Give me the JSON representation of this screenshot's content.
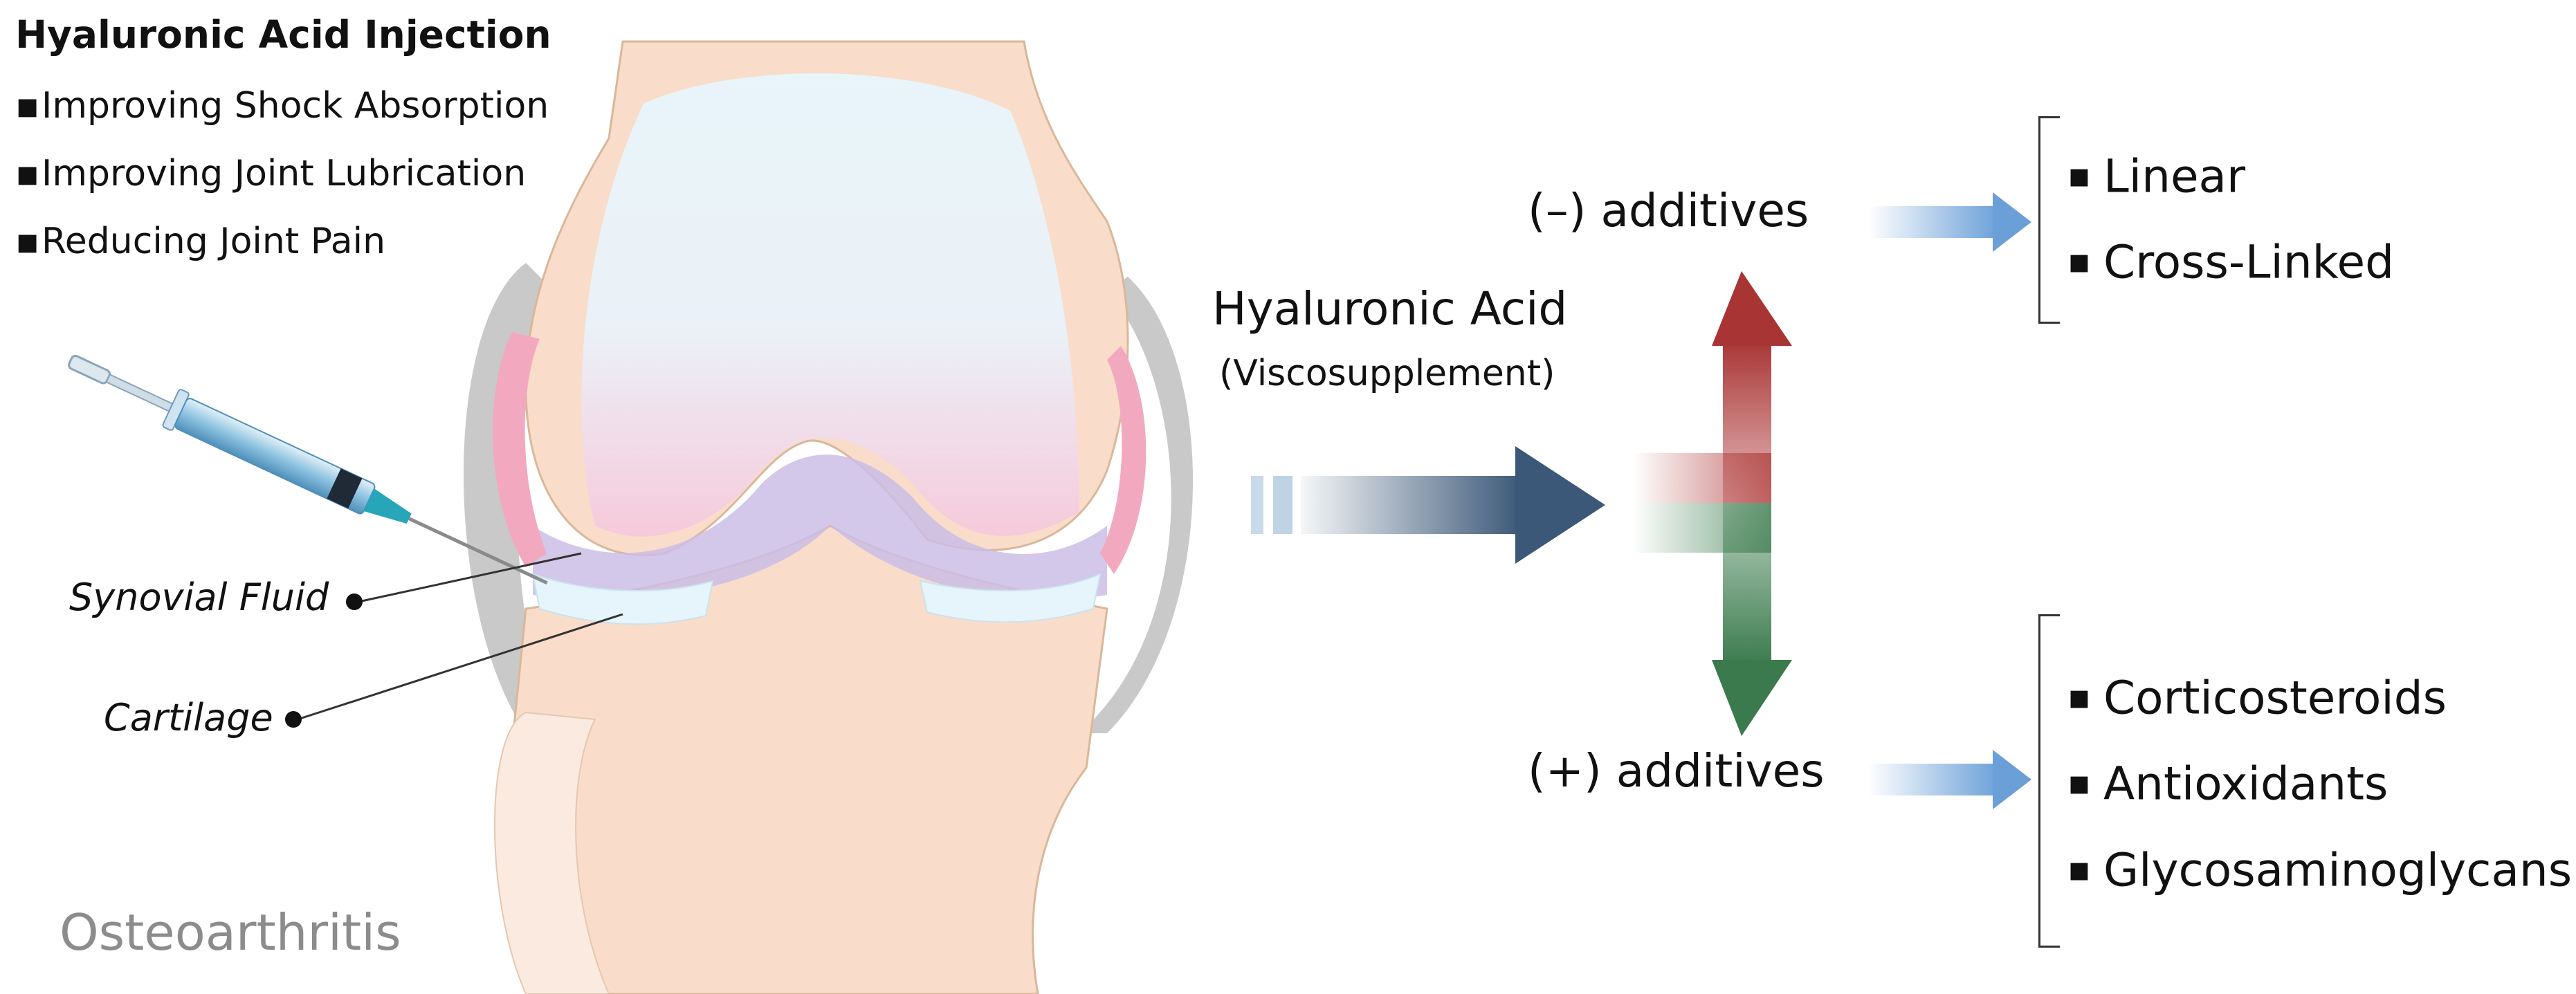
{
  "injection": {
    "title": "Hyaluronic Acid Injection",
    "benefits": [
      "Improving Shock Absorption",
      "Improving Joint Lubrication",
      "Reducing Joint Pain"
    ]
  },
  "labels": {
    "synovial_fluid": "Synovial Fluid",
    "cartilage": "Cartilage",
    "disease": "Osteoarthritis"
  },
  "flow": {
    "ha_title": "Hyaluronic Acid",
    "ha_subtitle": "(Viscosupplement)",
    "negative_label": "(–) additives",
    "positive_label": "(+) additives"
  },
  "negative_types": [
    "Linear",
    "Cross-Linked"
  ],
  "positive_types": [
    "Corticosteroids",
    "Antioxidants",
    "Glycosaminoglycans"
  ],
  "colors": {
    "bone": "#f9ddca",
    "bone_stroke": "#d9b79a",
    "capsule": "#c9c9c9",
    "cartilage": "#e6f5fb",
    "synovial": "#cbbde6",
    "flow_arrow": "#3b5878",
    "neg_arrow": "#b03a3a",
    "pos_arrow": "#3a7a4c",
    "small_arrow": "#6a9fd8",
    "disease_text": "#8c8c8c"
  },
  "icons": [
    "syringe-icon"
  ]
}
